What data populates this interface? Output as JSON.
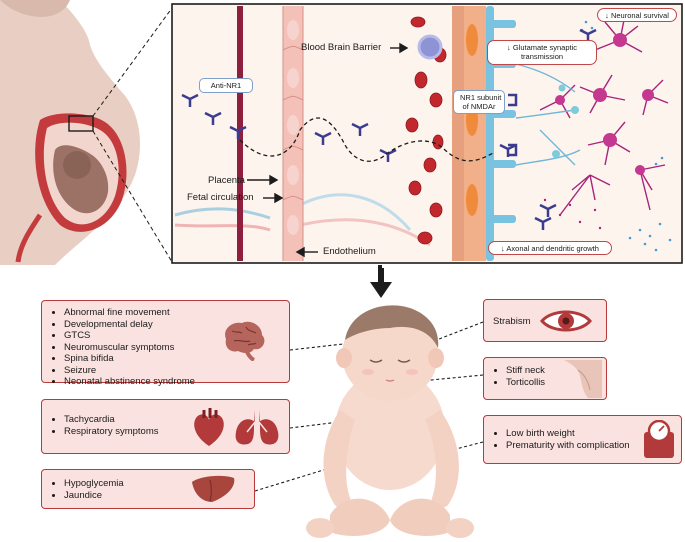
{
  "top_panel": {
    "labels": {
      "anti_nr1": "Anti-NR1",
      "bbb": "Blood Brain Barrier",
      "placenta": "Placenta",
      "fetal_circulation": "Fetal circulation",
      "endothelium": "Endothelium",
      "glutamate": "↓ Glutamate synaptic transmission",
      "glutamate_l1": "↓ Glutamate synaptic",
      "glutamate_l2": "transmission",
      "nr1_l1": "NR1 subunit",
      "nr1_l2": "of NMDAr",
      "neuronal_survival": "↓ Neuronal survival",
      "axonal_growth": "↓ Axonal and dendritic growth"
    }
  },
  "symptoms": {
    "neuro": {
      "icon": "brain-icon",
      "items": [
        "Abnormal fine movement",
        "Developmental delay",
        "GTCS",
        "Neuromuscular symptoms",
        "Spina bifida",
        "Seizure",
        "Neonatal abstinence syndrome"
      ]
    },
    "cardio": {
      "icons": [
        "heart-icon",
        "lungs-icon"
      ],
      "items": [
        "Tachycardia",
        "Respiratory symptoms"
      ]
    },
    "hepatic": {
      "icon": "liver-icon",
      "items": [
        "Hypoglycemia",
        "Jaundice"
      ]
    },
    "eye": {
      "icon": "eye-icon",
      "label": "Strabism"
    },
    "neck": {
      "icon": "neck-icon",
      "items": [
        "Stiff neck",
        "Torticollis"
      ]
    },
    "birth": {
      "icon": "scale-icon",
      "items": [
        "Low birth weight",
        "Prematurity with complication"
      ]
    }
  },
  "colors": {
    "box_border": "#b83a3a",
    "box_fill": "#f9e2df",
    "panel_border": "#1c1c1c",
    "antibody": "#3b3c8f",
    "rbc": "#c2272d",
    "neuron": "#a8237a",
    "axon": "#6fb6d8"
  }
}
